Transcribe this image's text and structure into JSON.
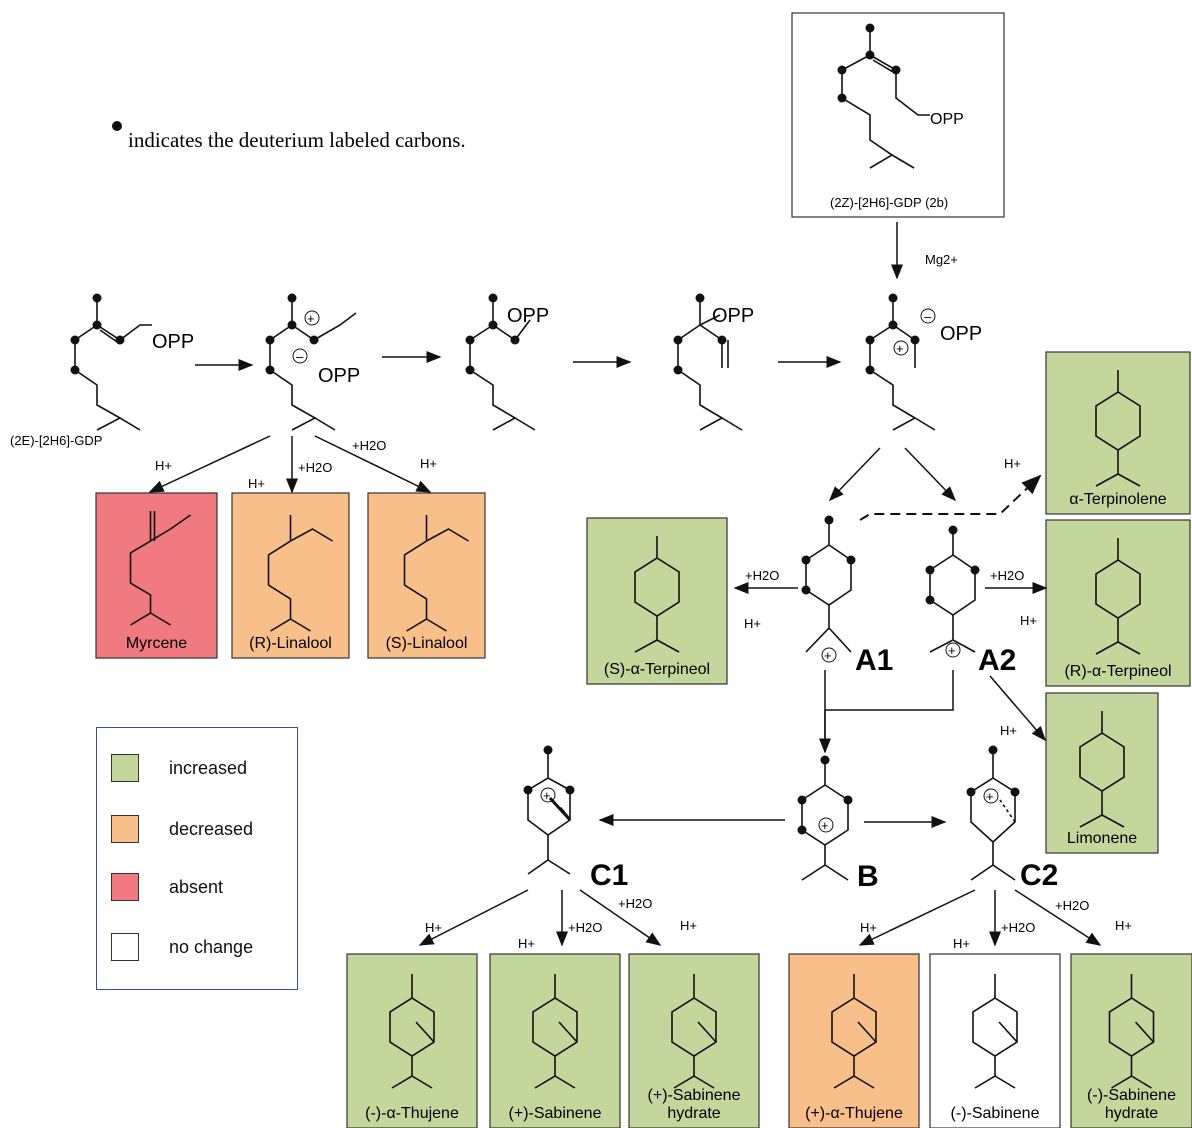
{
  "note": "indicates the deuterium labeled carbons.",
  "colors": {
    "increased": "#c3d69b",
    "decreased": "#f8bf8a",
    "absent": "#f07a80",
    "no_change": "#ffffff",
    "legend_border": "#3a4f8f"
  },
  "substrates": {
    "e_gdp": {
      "label": "(2E)-[2H6]-GDP"
    },
    "z_gdp": {
      "label": "(2Z)-[2H6]-GDP (2b)"
    },
    "mg": "Mg2+",
    "opp": "OPP"
  },
  "reagents": {
    "h_plus": "H+",
    "water": "+H2O",
    "plus": "+"
  },
  "intermediates": {
    "a1": "A1",
    "a2": "A2",
    "b": "B",
    "c1": "C1",
    "c2": "C2"
  },
  "products": [
    {
      "name": "Myrcene",
      "status": "absent"
    },
    {
      "name": "(R)-Linalool",
      "status": "decreased"
    },
    {
      "name": "(S)-Linalool",
      "status": "decreased"
    },
    {
      "name": "α-Terpinolene",
      "status": "increased"
    },
    {
      "name": "(S)-α-Terpineol",
      "status": "increased"
    },
    {
      "name": "(R)-α-Terpineol",
      "status": "increased"
    },
    {
      "name": "Limonene",
      "status": "increased"
    },
    {
      "name": "(-)-α-Thujene",
      "status": "increased"
    },
    {
      "name": "(+)-Sabinene",
      "status": "increased"
    },
    {
      "name": "(+)-Sabinene hydrate",
      "status": "increased"
    },
    {
      "name": "(+)-α-Thujene",
      "status": "decreased"
    },
    {
      "name": "(-)-Sabinene",
      "status": "no change"
    },
    {
      "name": "(-)-Sabinene hydrate",
      "status": "increased"
    }
  ],
  "legend": [
    {
      "label": "increased",
      "color": "#c3d69b"
    },
    {
      "label": "decreased",
      "color": "#f8bf8a"
    },
    {
      "label": "absent",
      "color": "#f07a80"
    },
    {
      "label": "no change",
      "color": "#ffffff"
    }
  ]
}
